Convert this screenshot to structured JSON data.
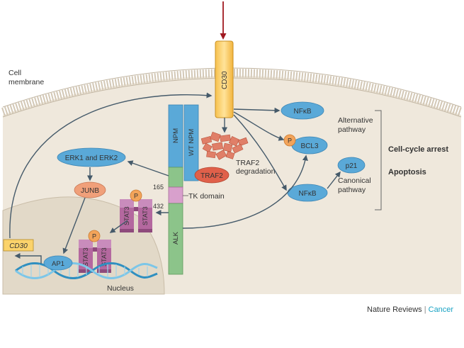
{
  "labels": {
    "cell_membrane_1": "Cell",
    "cell_membrane_2": "membrane",
    "cd30": "CD30",
    "npm": "NPM",
    "wt_npm": "WT NPM",
    "alk": "ALK",
    "traf2": "TRAF2",
    "traf2_degradation_1": "TRAF2",
    "traf2_degradation_2": "degradation",
    "nfkb": "NFκB",
    "bcl3": "BCL3",
    "p21": "p21",
    "p": "P",
    "erk": "ERK1 and ERK2",
    "junb": "JUNB",
    "stat3": "STAT3",
    "tk_domain": "TK domain",
    "residue_165": "165",
    "residue_432": "432",
    "alternative_pathway_1": "Alternative",
    "alternative_pathway_2": "pathway",
    "canonical_pathway_1": "Canonical",
    "canonical_pathway_2": "pathway",
    "cell_cycle_arrest": "Cell-cycle arrest",
    "apoptosis": "Apoptosis",
    "cd30_gene": "CD30",
    "ap1": "AP1",
    "nucleus": "Nucleus"
  },
  "footer": {
    "journal": "Nature Reviews",
    "separator": "|",
    "section": "Cancer"
  },
  "colors": {
    "cytoplasm": "#efe8dc",
    "nucleus": "#e2d9c8",
    "node_blue": "#5aa9d8",
    "junb": "#f0a07a",
    "traf2": "#e0604a",
    "phospho": "#f3a45a",
    "stat3": "#b4689f",
    "alk_green": "#8cc48a",
    "cd30_yellow": "#fbd36b",
    "arrow": "#455a6a",
    "ligand_arrow": "#a01820"
  }
}
